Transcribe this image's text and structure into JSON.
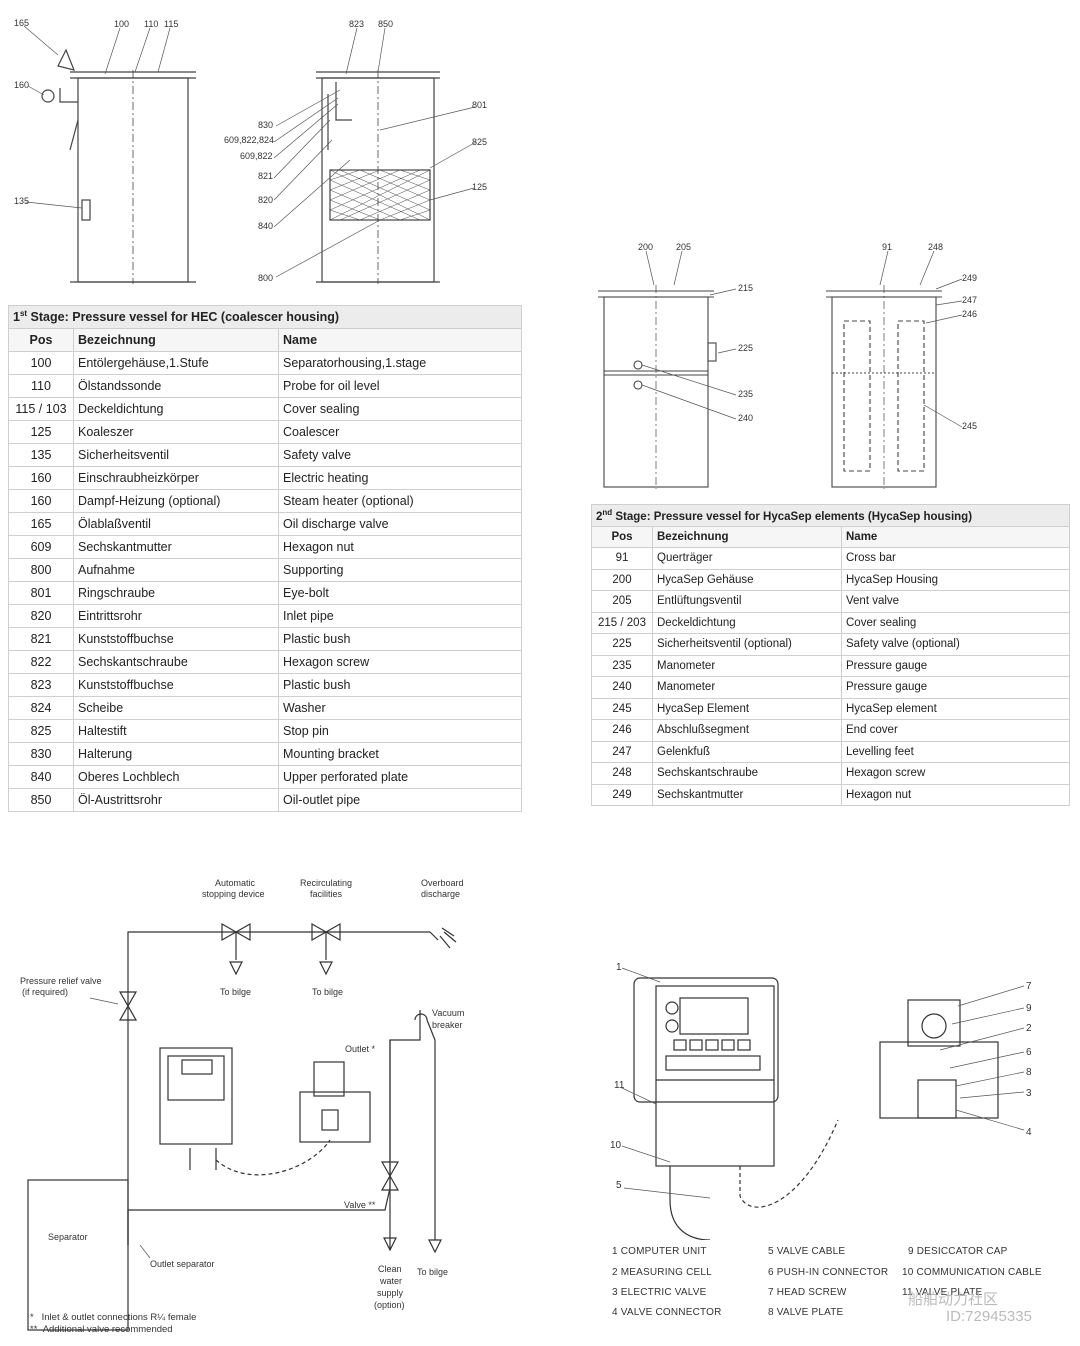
{
  "diagram1": {
    "callouts_left": [
      "165",
      "100",
      "110",
      "115",
      "160",
      "135"
    ],
    "callouts_right": [
      "823",
      "850",
      "801",
      "830",
      "609,822,824",
      "609,822",
      "825",
      "821",
      "125",
      "820",
      "840",
      "800"
    ]
  },
  "table1": {
    "title_prefix": "1",
    "title_sup": "st",
    "title_rest": " Stage: Pressure vessel for HEC (coalescer housing)",
    "headers": [
      "Pos",
      "Bezeichnung",
      "Name"
    ],
    "rows": [
      [
        "100",
        "Entölergehäuse,1.Stufe",
        "Separatorhousing,1.stage"
      ],
      [
        "110",
        "Ölstandssonde",
        "Probe for oil level"
      ],
      [
        "115 / 103",
        "Deckeldichtung",
        "Cover sealing"
      ],
      [
        "125",
        "Koaleszer",
        "Coalescer"
      ],
      [
        "135",
        "Sicherheitsventil",
        "Safety valve"
      ],
      [
        "160",
        "Einschraubheizkörper",
        "Electric heating"
      ],
      [
        "160",
        "Dampf-Heizung (optional)",
        "Steam heater (optional)"
      ],
      [
        "165",
        "Ölablaßventil",
        "Oil discharge valve"
      ],
      [
        "609",
        "Sechskantmutter",
        "Hexagon nut"
      ],
      [
        "800",
        "Aufnahme",
        "Supporting"
      ],
      [
        "801",
        "Ringschraube",
        "Eye-bolt"
      ],
      [
        "820",
        "Eintrittsrohr",
        "Inlet pipe"
      ],
      [
        "821",
        "Kunststoffbuchse",
        "Plastic bush"
      ],
      [
        "822",
        "Sechskantschraube",
        "Hexagon screw"
      ],
      [
        "823",
        "Kunststoffbuchse",
        "Plastic bush"
      ],
      [
        "824",
        "Scheibe",
        "Washer"
      ],
      [
        "825",
        "Haltestift",
        "Stop pin"
      ],
      [
        "830",
        "Halterung",
        "Mounting bracket"
      ],
      [
        "840",
        "Oberes Lochblech",
        "Upper perforated plate"
      ],
      [
        "850",
        "Öl-Austrittsrohr",
        "Oil-outlet pipe"
      ]
    ]
  },
  "diagram2": {
    "callouts": [
      "200",
      "205",
      "215",
      "225",
      "235",
      "240",
      "91",
      "248",
      "249",
      "247",
      "246",
      "245"
    ]
  },
  "table2": {
    "title_prefix": "2",
    "title_sup": "nd",
    "title_rest": " Stage: Pressure vessel for HycaSep elements (HycaSep housing)",
    "headers": [
      "Pos",
      "Bezeichnung",
      "Name"
    ],
    "rows": [
      [
        "91",
        "Querträger",
        "Cross bar"
      ],
      [
        "200",
        "HycaSep Gehäuse",
        "HycaSep Housing"
      ],
      [
        "205",
        "Entlüftungsventil",
        "Vent valve"
      ],
      [
        "215 / 203",
        "Deckeldichtung",
        "Cover sealing"
      ],
      [
        "225",
        "Sicherheitsventil (optional)",
        "Safety valve (optional)"
      ],
      [
        "235",
        "Manometer",
        "Pressure gauge"
      ],
      [
        "240",
        "Manometer",
        "Pressure gauge"
      ],
      [
        "245",
        "HycaSep Element",
        "HycaSep element"
      ],
      [
        "246",
        "Abschlußsegment",
        "End cover"
      ],
      [
        "247",
        "Gelenkfuß",
        "Levelling feet"
      ],
      [
        "248",
        "Sechskantschraube",
        "Hexagon screw"
      ],
      [
        "249",
        "Sechskantmutter",
        "Hexagon nut"
      ]
    ]
  },
  "flow": {
    "auto_stop_1": "Automatic",
    "auto_stop_2": "stopping device",
    "recirc_1": "Recirculating",
    "recirc_2": "facilities",
    "overboard_1": "Overboard",
    "overboard_2": "discharge",
    "to_bilge": "To bilge",
    "relief_1": "Pressure relief valve",
    "relief_2": "(if required)",
    "vacuum_1": "Vacuum",
    "vacuum_2": "breaker",
    "outlet": "Outlet *",
    "valve": "Valve **",
    "separator": "Separator",
    "outlet_sep": "Outlet separator",
    "clean_1": "Clean",
    "clean_2": "water",
    "clean_3": "supply",
    "clean_4": "(option)",
    "note1": "Inlet & outlet connections R¼ female",
    "note2": "Additional valve recommended",
    "note1_mark": "*",
    "note2_mark": "**"
  },
  "device": {
    "callouts": [
      "1",
      "11",
      "10",
      "5",
      "7",
      "9",
      "2",
      "6",
      "8",
      "3",
      "4"
    ],
    "legend": [
      [
        "1  COMPUTER UNIT",
        "5  VALVE CABLE",
        "9  DESICCATOR CAP"
      ],
      [
        "2  MEASURING CELL",
        "6  PUSH-IN CONNECTOR",
        "10  COMMUNICATION CABLE"
      ],
      [
        "3  ELECTRIC VALVE",
        "7  HEAD SCREW",
        "11  VALVE PLATE"
      ],
      [
        "4  VALVE CONNECTOR",
        "8  VALVE PLATE",
        ""
      ]
    ]
  },
  "watermark": {
    "line1": "船舶动力社区",
    "line2": "ID:72945335"
  }
}
